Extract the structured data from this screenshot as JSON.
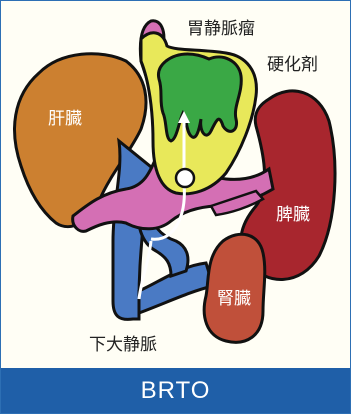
{
  "labels": {
    "gastric_varix": "胃静脈瘤",
    "sclerosant": "硬化剤",
    "liver": "肝臓",
    "spleen": "脾臓",
    "kidney": "腎臓",
    "ivc": "下大静脈"
  },
  "banner": {
    "title": "BRTO"
  },
  "colors": {
    "liver": "#cc8030",
    "spleen": "#a8262e",
    "kidney": "#c0503a",
    "vein": "#4a7ac4",
    "portal": "#d46fb4",
    "sclerosant": "#e8e85a",
    "varix": "#3aa845",
    "banner": "#1f5fa8"
  }
}
